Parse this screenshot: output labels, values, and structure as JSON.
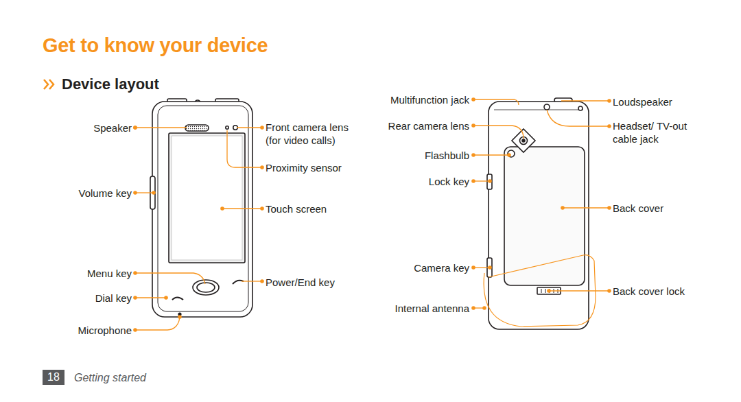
{
  "diagram": {
    "title": "Get to know your device",
    "nodes": [
      {
        "text": [
          "18"
        ]
      }
    ],
    "labels": [
      "Device layout",
      "Speaker",
      "Front camera lens (for video calls)",
      "Proximity sensor",
      "Volume key",
      "Touch screen",
      "Menu key",
      "Power/End key",
      "Dial key",
      "Microphone",
      "Multifunction jack",
      "Loudspeaker",
      "Rear camera lens",
      "Headset/ TV-out cable jack",
      "Flashbulb",
      "Lock key",
      "Back cover",
      "Camera key",
      "Back cover lock",
      "Internal antenna",
      "Getting started"
    ]
  }
}
